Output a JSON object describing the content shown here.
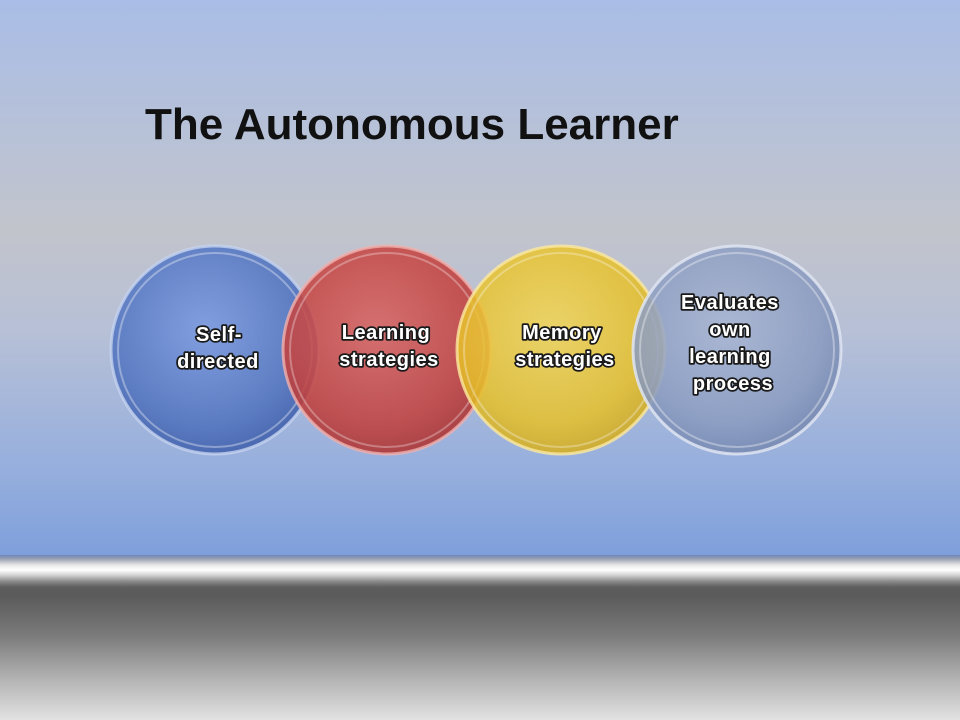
{
  "title": "The Autonomous Learner",
  "colors": {
    "circle_1": "#5b7fc6",
    "circle_2": "#c84d4a",
    "circle_3": "#e6c32a",
    "circle_4": "#8e9fc2"
  },
  "circles": [
    {
      "lines": [
        "Self-",
        "directed"
      ]
    },
    {
      "lines": [
        "Learning",
        "strategies"
      ]
    },
    {
      "lines": [
        "Memory",
        "strategies"
      ]
    },
    {
      "lines": [
        "Evaluates",
        "own",
        "learning",
        "process"
      ]
    }
  ]
}
